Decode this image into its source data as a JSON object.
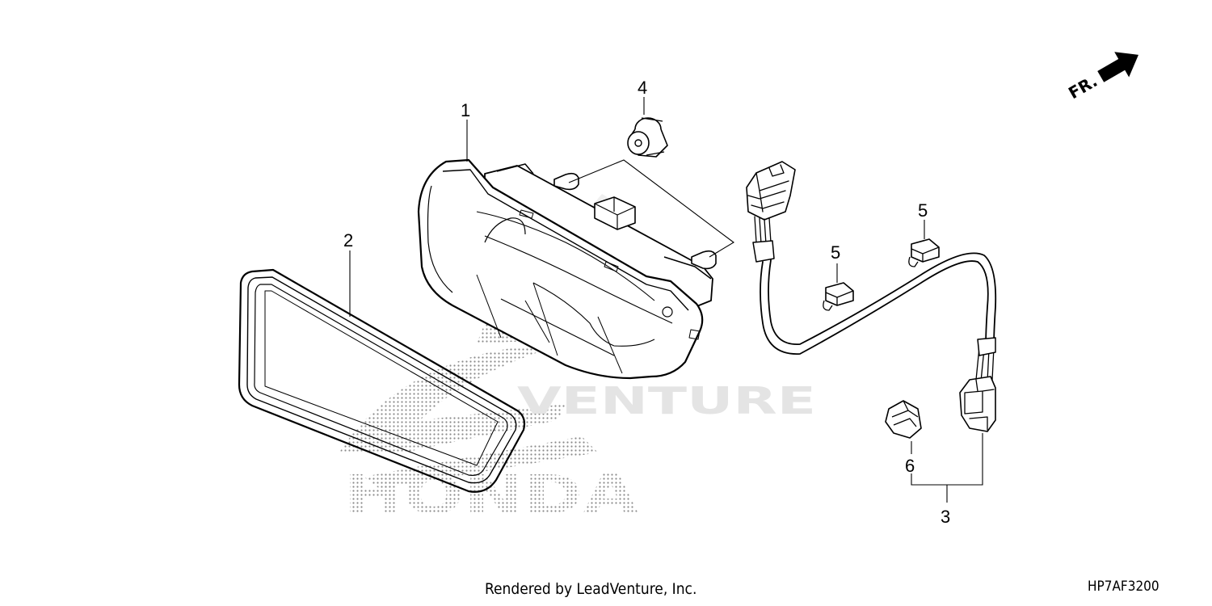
{
  "diagram": {
    "callouts": {
      "c1": "1",
      "c2": "2",
      "c3": "3",
      "c4": "4",
      "c5a": "5",
      "c5b": "5",
      "c6": "6"
    },
    "direction_label": "FR.",
    "watermark": {
      "brand": "HONDA",
      "venture": "VENTURE"
    }
  },
  "footer": {
    "credit": "Rendered by LeadVenture, Inc.",
    "diagram_code": "HP7AF3200"
  }
}
